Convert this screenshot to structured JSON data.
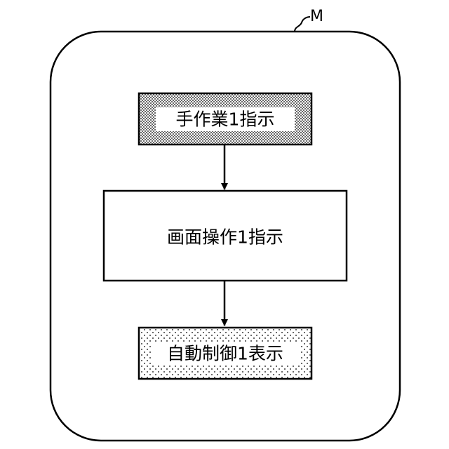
{
  "diagram": {
    "reference_label": "M",
    "steps": [
      {
        "label": "手作業1指示",
        "fill": "dense-dots"
      },
      {
        "label": "画面操作1指示",
        "fill": "none"
      },
      {
        "label": "自動制御1表示",
        "fill": "sparse-dots"
      }
    ]
  },
  "colors": {
    "line": "#000000",
    "background": "#ffffff"
  }
}
